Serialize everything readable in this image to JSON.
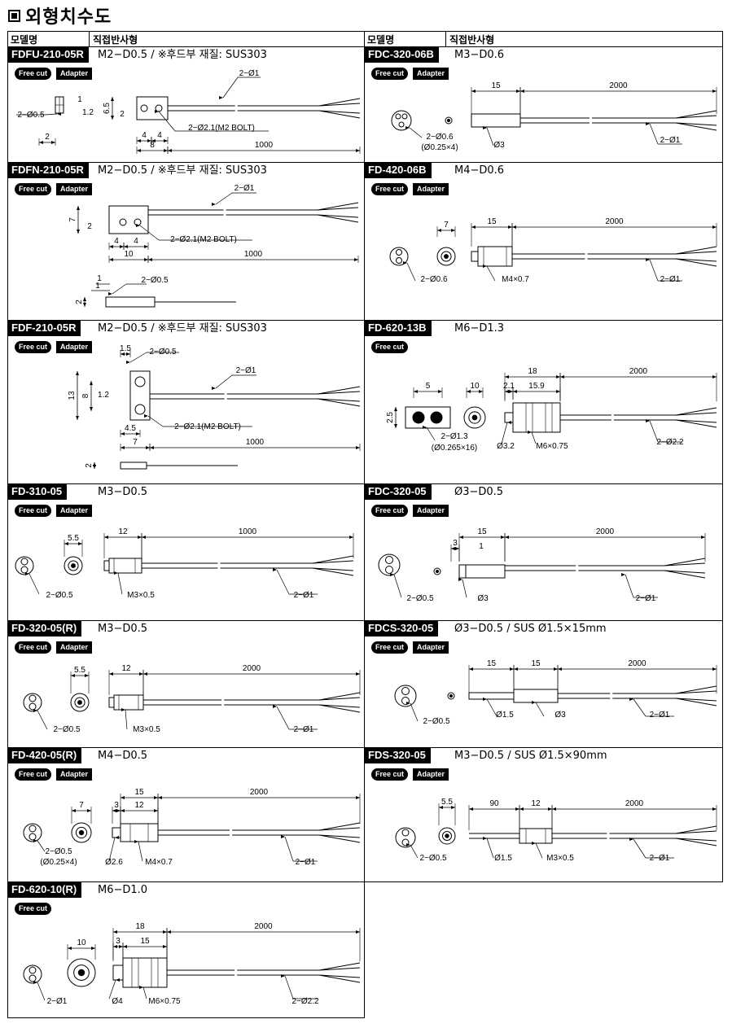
{
  "page_title": "외형치수도",
  "header": {
    "model_label": "모델명",
    "type_label": "직접반사형"
  },
  "badges": {
    "free_cut": "Free cut",
    "adapter": "Adapter"
  },
  "items": [
    {
      "model": "FDFU-210-05R",
      "spec": "M2−D0.5 / ※후드부 재질: SUS303",
      "free_cut": true,
      "adapter": true,
      "dims": [
        "2−Ø1",
        "2−Ø0.5",
        "1",
        "1.2",
        "6.5",
        "2",
        "2−Ø2.1(M2 BOLT)",
        "2",
        "4",
        "8",
        "1000",
        "2"
      ]
    },
    {
      "model": "FDC-320-06B",
      "spec": "M3−D0.6",
      "free_cut": true,
      "adapter": true,
      "dims": [
        "15",
        "2000",
        "2−Ø0.6",
        "(Ø0.25×4)",
        "Ø3",
        "2−Ø1"
      ]
    },
    {
      "model": "FDFN-210-05R",
      "spec": "M2−D0.5 / ※후드부 재질: SUS303",
      "free_cut": true,
      "adapter": true,
      "dims": [
        "2−Ø1",
        "7",
        "2",
        "2−Ø2.1(M2 BOLT)",
        "4",
        "4",
        "10",
        "1000",
        "1",
        "1",
        "2−Ø0.5",
        "2"
      ]
    },
    {
      "model": "FD-420-06B",
      "spec": "M4−D0.6",
      "free_cut": true,
      "adapter": true,
      "dims": [
        "7",
        "15",
        "2000",
        "2−Ø0.6",
        "M4×0.7",
        "2−Ø1"
      ]
    },
    {
      "model": "FDF-210-05R",
      "spec": "M2−D0.5 / ※후드부 재질: SUS303",
      "free_cut": true,
      "adapter": true,
      "dims": [
        "1.5",
        "2−Ø0.5",
        "2−Ø1",
        "13",
        "8",
        "1.2",
        "2−Ø2.1(M2 BOLT)",
        "4.5",
        "7",
        "1000",
        "2"
      ]
    },
    {
      "model": "FD-620-13B",
      "spec": "M6−D1.3",
      "free_cut": true,
      "adapter": false,
      "dims": [
        "18",
        "2000",
        "2.1",
        "15.9",
        "5",
        "10",
        "2.5",
        "2−Ø1.3",
        "(Ø0.265×16)",
        "Ø3.2",
        "M6×0.75",
        "2−Ø2.2"
      ]
    },
    {
      "model": "FD-310-05",
      "spec": "M3−D0.5",
      "free_cut": true,
      "adapter": true,
      "dims": [
        "5.5",
        "12",
        "1000",
        "2−Ø0.5",
        "M3×0.5",
        "2−Ø1"
      ]
    },
    {
      "model": "FDC-320-05",
      "spec": "Ø3−D0.5",
      "free_cut": true,
      "adapter": true,
      "dims": [
        "15",
        "2000",
        "3",
        "1",
        "2−Ø0.5",
        "Ø3",
        "2−Ø1"
      ]
    },
    {
      "model": "FD-320-05(R)",
      "spec": "M3−D0.5",
      "free_cut": true,
      "adapter": true,
      "dims": [
        "5.5",
        "12",
        "2000",
        "2−Ø0.5",
        "M3×0.5",
        "2−Ø1"
      ]
    },
    {
      "model": "FDCS-320-05",
      "spec": "Ø3−D0.5 / SUS Ø1.5×15mm",
      "free_cut": true,
      "adapter": true,
      "dims": [
        "15",
        "15",
        "2000",
        "2−Ø0.5",
        "Ø1.5",
        "Ø3",
        "2−Ø1"
      ]
    },
    {
      "model": "FD-420-05(R)",
      "spec": "M4−D0.5",
      "free_cut": true,
      "adapter": true,
      "dims": [
        "7",
        "15",
        "3",
        "12",
        "2000",
        "2−Ø0.5",
        "(Ø0.25×4)",
        "Ø2.6",
        "M4×0.7",
        "2−Ø1"
      ]
    },
    {
      "model": "FDS-320-05",
      "spec": "M3−D0.5 / SUS Ø1.5×90mm",
      "free_cut": true,
      "adapter": true,
      "dims": [
        "5.5",
        "90",
        "12",
        "2000",
        "2−Ø0.5",
        "Ø1.5",
        "M3×0.5",
        "2−Ø1"
      ]
    },
    {
      "model": "FD-620-10(R)",
      "spec": "M6−D1.0",
      "free_cut": true,
      "adapter": false,
      "dims": [
        "10",
        "18",
        "3",
        "15",
        "2000",
        "2−Ø1",
        "Ø4",
        "M6×0.75",
        "2−Ø2.2"
      ]
    }
  ]
}
